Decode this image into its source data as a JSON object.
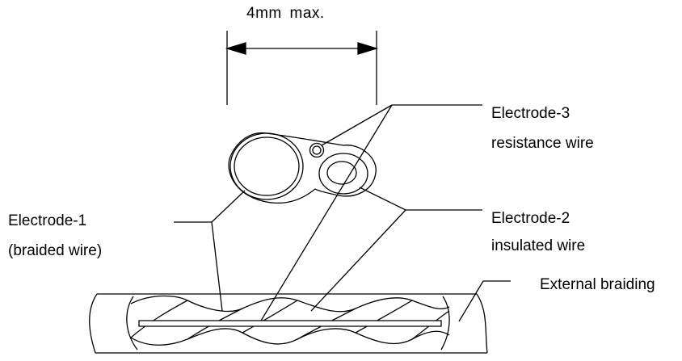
{
  "dimension": {
    "label": "4mm max."
  },
  "labels": {
    "electrode3": {
      "line1": "Electrode-3",
      "line2": "resistance wire"
    },
    "electrode2": {
      "line1": "Electrode-2",
      "line2": "insulated wire"
    },
    "electrode1": {
      "line1": "Electrode-1",
      "line2": "(braided wire)"
    },
    "external": {
      "text": "External braiding"
    }
  },
  "colors": {
    "stroke": "#000000",
    "background": "#ffffff"
  }
}
